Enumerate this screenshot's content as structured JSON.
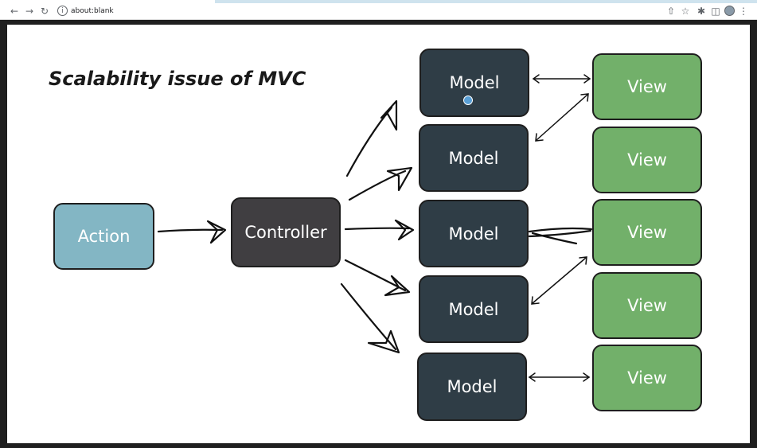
{
  "browser": {
    "back_icon": "arrow-left-icon",
    "forward_icon": "arrow-right-icon",
    "reload_icon": "reload-icon",
    "address": "about:blank",
    "share_icon": "share-icon",
    "star_icon": "star-icon",
    "extensions_icon": "puzzle-icon",
    "sidepanel_icon": "side-panel-icon",
    "menu_icon": "kebab-menu-icon"
  },
  "slide": {
    "title": "Scalability issue of MVC",
    "action_label": "Action",
    "controller_label": "Controller",
    "models": [
      "Model",
      "Model",
      "Model",
      "Model",
      "Model"
    ],
    "views": [
      "View",
      "View",
      "View",
      "View",
      "View"
    ]
  },
  "colors": {
    "action": "#83b6c4",
    "controller": "#403e41",
    "model": "#2f3d46",
    "view": "#72b06a"
  }
}
